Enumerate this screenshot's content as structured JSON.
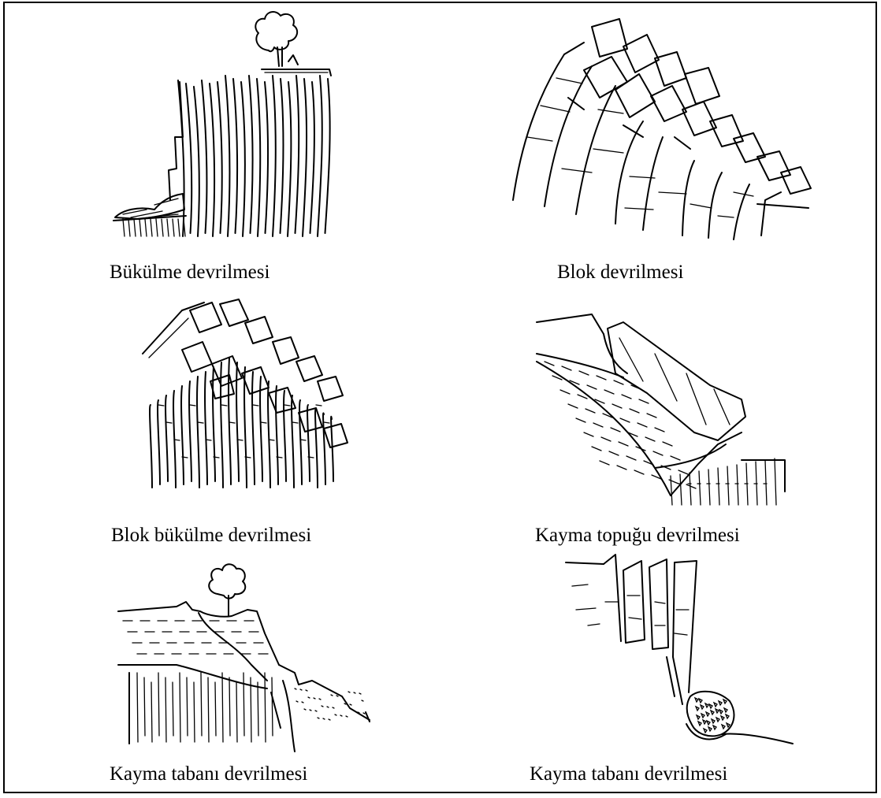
{
  "figure": {
    "panels": [
      {
        "caption": "Bükülme devrilmesi"
      },
      {
        "caption": "Blok devrilmesi"
      },
      {
        "caption": "Blok bükülme devrilmesi"
      },
      {
        "caption": "Kayma topuğu devrilmesi"
      },
      {
        "caption": "Kayma tabanı devrilmesi"
      },
      {
        "caption": "Kayma tabanı devrilmesi"
      }
    ]
  }
}
